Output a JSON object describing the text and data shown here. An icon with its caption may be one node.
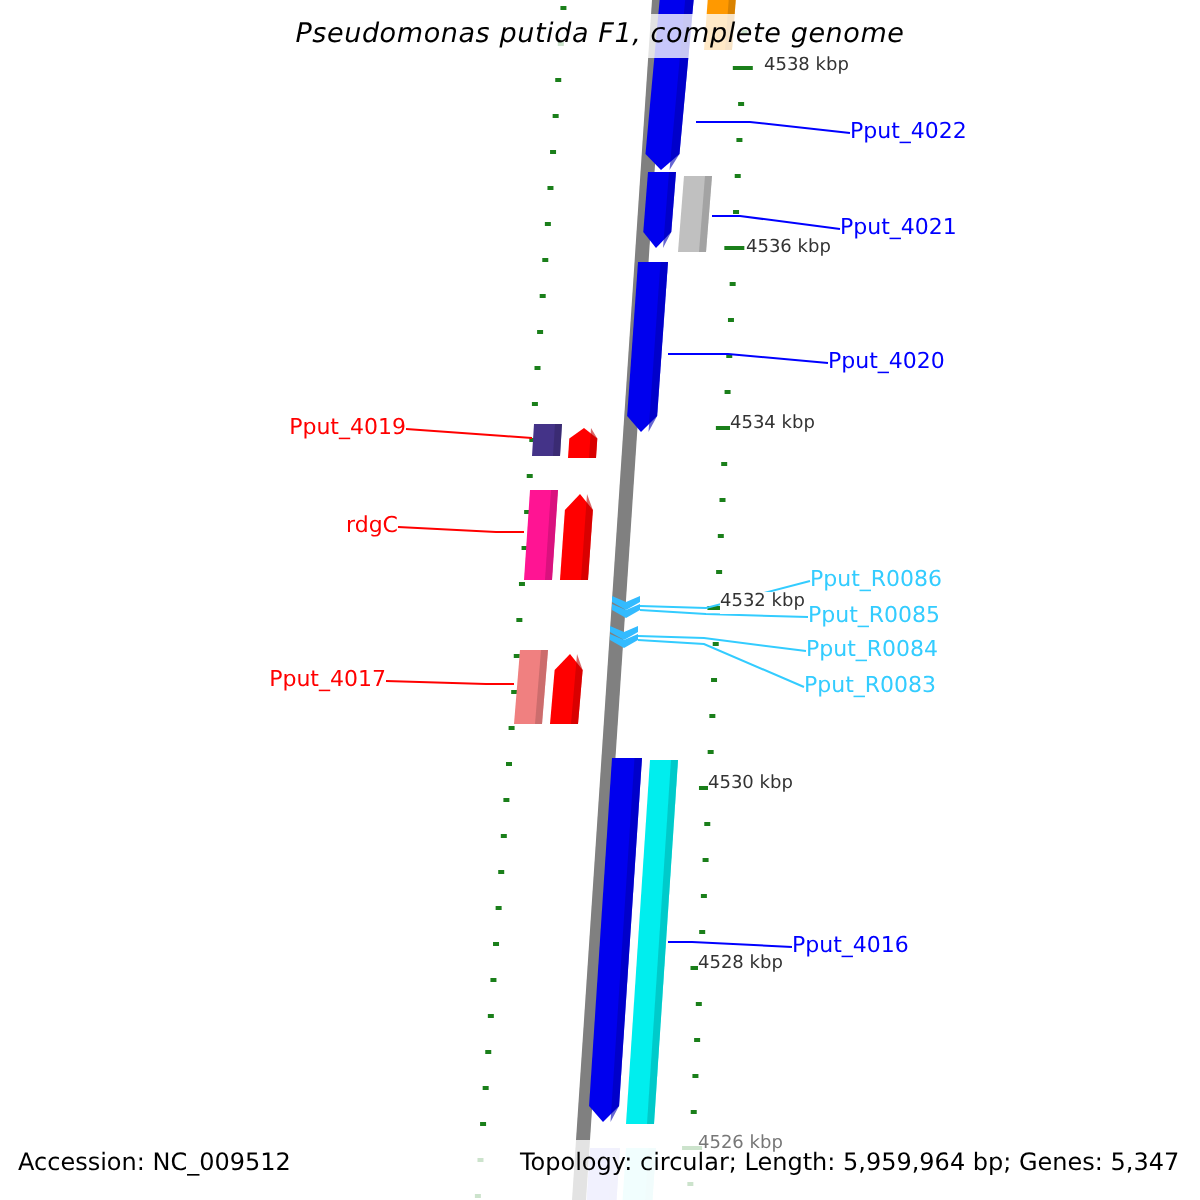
{
  "diagram": {
    "title": "Pseudomonas putida F1, complete genome",
    "nodes": [
      {
        "text": [],
        "shape": "bar"
      },
      {
        "text": [],
        "shape": "pentagon"
      },
      {
        "text": [
          "Pput_4022"
        ]
      },
      {
        "text": [],
        "shape": "pentagon"
      },
      {
        "text": [],
        "shape": "bar"
      },
      {
        "text": [
          "Pput_4021"
        ]
      },
      {
        "text": [],
        "shape": "pentagon"
      },
      {
        "text": [
          "Pput_4020"
        ]
      },
      {
        "text": [
          "Pput_4019"
        ]
      },
      {
        "text": [],
        "shape": "bar"
      },
      {
        "text": [],
        "shape": "pentagon"
      },
      {
        "text": [
          "rdgC"
        ]
      },
      {
        "text": [],
        "shape": "bar"
      },
      {
        "text": [],
        "shape": "pentagon"
      },
      {
        "text": [
          "Pput_R0086"
        ]
      },
      {
        "text": [
          "Pput_R0085"
        ]
      },
      {
        "text": [
          "Pput_R0084"
        ]
      },
      {
        "text": [
          "Pput_R0083"
        ]
      },
      {
        "text": [],
        "shape": "chevron"
      },
      {
        "text": [],
        "shape": "chevron"
      },
      {
        "text": [
          "Pput_4017"
        ]
      },
      {
        "text": [],
        "shape": "bar"
      },
      {
        "text": [],
        "shape": "pentagon"
      },
      {
        "text": [],
        "shape": "pentagon"
      },
      {
        "text": [],
        "shape": "bar"
      },
      {
        "text": [
          "Pput_4016"
        ]
      },
      {
        "text": [],
        "shape": "bar"
      },
      {
        "text": [],
        "shape": "bar"
      }
    ],
    "edges": [
      {
        "from": 2,
        "to": 1,
        "arrow": "none"
      },
      {
        "from": 5,
        "to": 4,
        "arrow": "none"
      },
      {
        "from": 7,
        "to": 6,
        "arrow": "none"
      },
      {
        "from": 8,
        "to": 9,
        "arrow": "none",
        "color": "#ff0000"
      },
      {
        "from": 11,
        "to": 12,
        "arrow": "none",
        "color": "#ff0000"
      },
      {
        "from": 14,
        "to": 18,
        "arrow": "none",
        "color": "#33ccff"
      },
      {
        "from": 15,
        "to": 18,
        "arrow": "none",
        "color": "#33ccff"
      },
      {
        "from": 16,
        "to": 19,
        "arrow": "none",
        "color": "#33ccff"
      },
      {
        "from": 17,
        "to": 19,
        "arrow": "none",
        "color": "#33ccff"
      },
      {
        "from": 20,
        "to": 21,
        "arrow": "none",
        "color": "#ff0000"
      },
      {
        "from": 25,
        "to": 24,
        "arrow": "none"
      }
    ],
    "labels": [
      "4538 kbp",
      "4536 kbp",
      "4534 kbp",
      "4532 kbp",
      "4530 kbp",
      "4528 kbp",
      "4526 kbp",
      "Accession: NC_009512",
      "Topology: circular; Length: 5,959,964 bp; Genes: 5,347"
    ]
  }
}
